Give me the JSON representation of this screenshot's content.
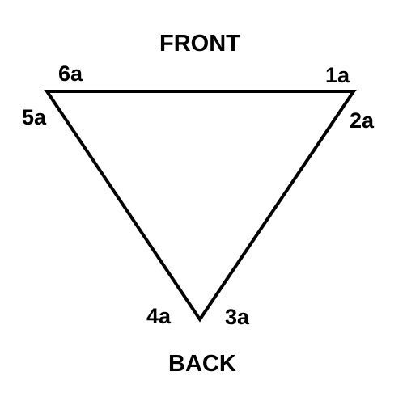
{
  "labels": {
    "front": "FRONT",
    "back": "BACK",
    "corner_6a": "6a",
    "corner_1a": "1a",
    "corner_5a": "5a",
    "corner_2a": "2a",
    "corner_4a": "4a",
    "corner_3a": "3a"
  },
  "colors": {
    "stroke": "#000000",
    "text": "#000000",
    "background": "#ffffff"
  }
}
